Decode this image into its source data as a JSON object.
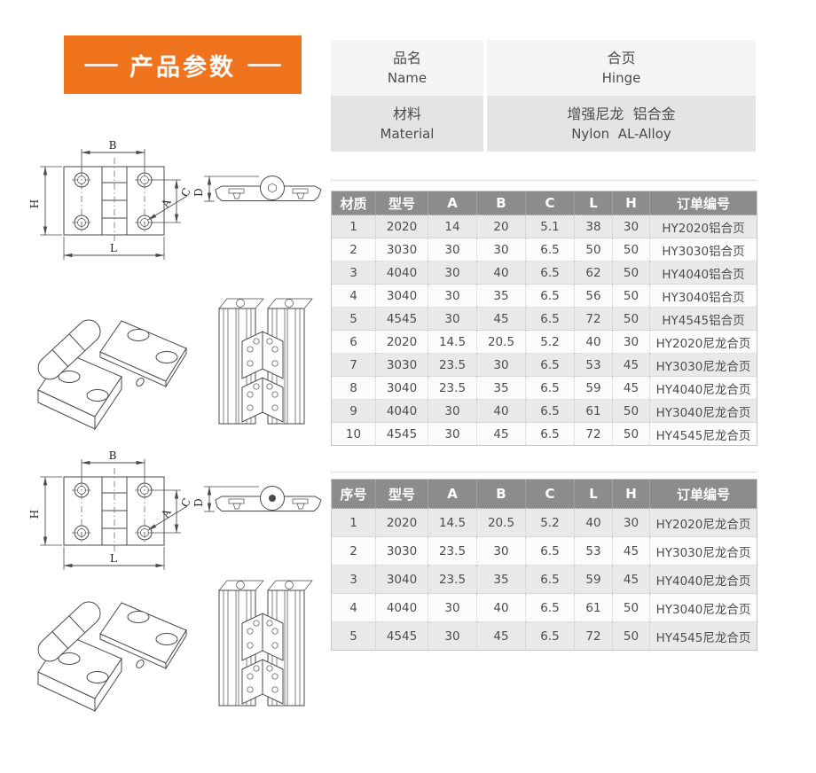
{
  "banner": {
    "title": "产品参数"
  },
  "info_table": {
    "rows": [
      {
        "label_cn": "品名",
        "label_en": "Name",
        "value_cn": "合页",
        "value_en": "Hinge"
      },
      {
        "label_cn": "材料",
        "label_en": "Material",
        "value_cn": "增强尼龙  铝合金",
        "value_en": "Nylon  AL-Alloy"
      }
    ]
  },
  "table1": {
    "headers": [
      "材质",
      "型号",
      "A",
      "B",
      "C",
      "L",
      "H",
      "订单编号"
    ],
    "rows": [
      [
        "1",
        "2020",
        "14",
        "20",
        "5.1",
        "38",
        "30",
        "HY2020铝合页"
      ],
      [
        "2",
        "3030",
        "30",
        "30",
        "6.5",
        "50",
        "50",
        "HY3030铝合页"
      ],
      [
        "3",
        "4040",
        "30",
        "40",
        "6.5",
        "62",
        "50",
        "HY4040铝合页"
      ],
      [
        "4",
        "3040",
        "30",
        "35",
        "6.5",
        "56",
        "50",
        "HY3040铝合页"
      ],
      [
        "5",
        "4545",
        "30",
        "45",
        "6.5",
        "72",
        "50",
        "HY4545铝合页"
      ],
      [
        "6",
        "2020",
        "14.5",
        "20.5",
        "5.2",
        "40",
        "30",
        "HY2020尼龙合页"
      ],
      [
        "7",
        "3030",
        "23.5",
        "30",
        "6.5",
        "53",
        "45",
        "HY3030尼龙合页"
      ],
      [
        "8",
        "3040",
        "23.5",
        "35",
        "6.5",
        "59",
        "45",
        "HY4040尼龙合页"
      ],
      [
        "9",
        "4040",
        "30",
        "40",
        "6.5",
        "61",
        "50",
        "HY3040尼龙合页"
      ],
      [
        "10",
        "4545",
        "30",
        "45",
        "6.5",
        "72",
        "50",
        "HY4545尼龙合页"
      ]
    ]
  },
  "table2": {
    "headers": [
      "序号",
      "型号",
      "A",
      "B",
      "C",
      "L",
      "H",
      "订单编号"
    ],
    "rows": [
      [
        "1",
        "2020",
        "14.5",
        "20.5",
        "5.2",
        "40",
        "30",
        "HY2020尼龙合页"
      ],
      [
        "2",
        "3030",
        "23.5",
        "30",
        "6.5",
        "53",
        "45",
        "HY3030尼龙合页"
      ],
      [
        "3",
        "3040",
        "23.5",
        "35",
        "6.5",
        "59",
        "45",
        "HY4040尼龙合页"
      ],
      [
        "4",
        "4040",
        "30",
        "40",
        "6.5",
        "61",
        "50",
        "HY3040尼龙合页"
      ],
      [
        "5",
        "4545",
        "30",
        "45",
        "6.5",
        "72",
        "50",
        "HY4545尼龙合页"
      ]
    ]
  },
  "drawing": {
    "labels": {
      "B": "B",
      "H": "H",
      "L": "L",
      "A": "A",
      "C": "C",
      "D": "D"
    }
  },
  "colors": {
    "accent_orange": "#f0731d",
    "table_header_bg": "#8c8c8c",
    "row_alt_bg": "#e9e9e9",
    "info_row1_bg": "#f4f4f4",
    "info_row2_bg": "#e4e4e4"
  }
}
